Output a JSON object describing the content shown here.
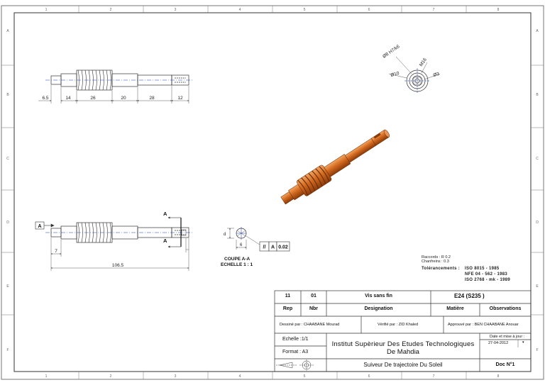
{
  "frame": {
    "columns": [
      "1",
      "2",
      "3",
      "4",
      "5",
      "6",
      "7",
      "8"
    ],
    "rows": [
      "A",
      "B",
      "C",
      "D",
      "E",
      "F"
    ]
  },
  "views": {
    "top_dims": [
      "6.5",
      "14",
      "26",
      "20",
      "28",
      "12"
    ],
    "side_labels": [
      "Ø8 H7/k6",
      "M16",
      "Ø10",
      "Ø3"
    ],
    "front": {
      "datum": "A",
      "section_marks": [
        "A",
        "A"
      ],
      "dims": [
        "7",
        "106.5"
      ]
    },
    "section": {
      "dims": [
        "d",
        "6"
      ],
      "tolerance": {
        "symbol": "//",
        "datum": "A",
        "value": "0.02"
      },
      "title": "COUPE A-A",
      "scale": "ECHELLE 1 : 1"
    }
  },
  "notes": {
    "raccords": "Raccords : R 0.2",
    "chanfreins": "Chanfreins : 0.3",
    "tolerancements_label": "Tolérancements :",
    "tolerancements": [
      "ISO 8015 - 1985",
      "NFE 04 - 562 - 1983",
      "ISO 2768 - mk - 1989"
    ]
  },
  "title_block": {
    "rep": "11",
    "nbr": "01",
    "designation": "Vis sans fin",
    "matiere": "E24 (S235 )",
    "h_rep": "Rep",
    "h_nbr": "Nbr",
    "h_designation": "Designation",
    "h_matiere": "Matière",
    "h_observations": "Observations",
    "dessine": "Dessiné par : CHAABANE Mourad",
    "verifie": "Vérifié par : ZID Khaled",
    "approuve": "Approuvé par : BEN CHAABANE Anouar",
    "echelle": "Echelle :1/1",
    "format": "Format : A3",
    "institut_line1": "Institut Supèrieur Des Etudes Technologiques",
    "institut_line2": "De Mahdia",
    "date_label": "Date et mise à jour :",
    "date": "27-04-2012",
    "project": "Suiveur De trajectoire Du Soleil",
    "doc": "Doc N°1"
  },
  "colors": {
    "line": "#333333",
    "axis": "#1f3fbf",
    "part": "#d2691e",
    "part_dark": "#8b3a0a"
  }
}
